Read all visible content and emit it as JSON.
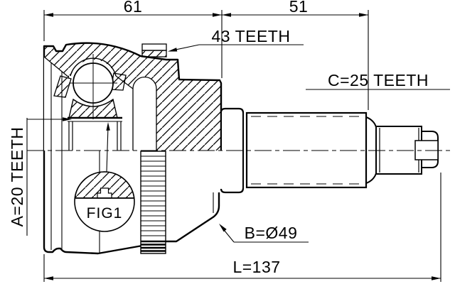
{
  "drawing": {
    "labels": {
      "dim_housing_width": "61",
      "dim_shaft_length": "51",
      "abs_ring_teeth": "43 TEETH",
      "outer_spline_teeth": "C=25 TEETH",
      "inner_spline_teeth": "A=20 TEETH",
      "body_diameter": "B=Ø49",
      "total_length": "L=137",
      "figure": "FIG1"
    },
    "colors": {
      "ink": "#000000",
      "paper": "#ffffff"
    }
  }
}
